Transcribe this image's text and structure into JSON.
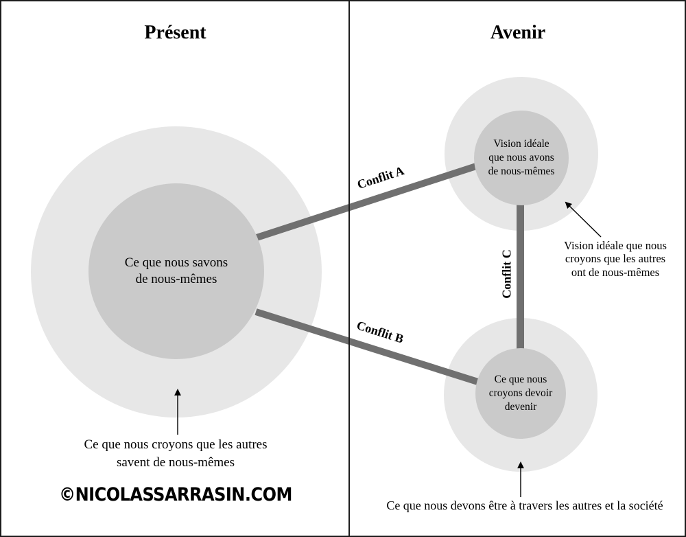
{
  "header": {
    "left_title": "Présent",
    "right_title": "Avenir"
  },
  "left_panel": {
    "circle_label": "Ce que nous savons\nde nous-mêmes",
    "caption": "Ce que nous croyons que les autres\nsavent de nous-mêmes",
    "logo": "©NICOLASSARRASIN.COM"
  },
  "right_panel": {
    "top_circle_label": "Vision idéale\nque nous avons\nde nous-mêmes",
    "top_annotation": "Vision idéale que nous\ncroyons que les autres\nont de nous-mêmes",
    "bottom_circle_label": "Ce que nous\ncroyons devoir\ndevenir",
    "bottom_caption": "Ce que nous devons être à travers les autres et la société"
  },
  "conflicts": {
    "a": "Conflit A",
    "b": "Conflit B",
    "c": "Conflit C"
  },
  "colors": {
    "outer_circle": "#e7e7e7",
    "inner_circle": "#cacaca",
    "conflict_line": "#707070",
    "frame": "#1c1c1c",
    "text": "#000000"
  }
}
